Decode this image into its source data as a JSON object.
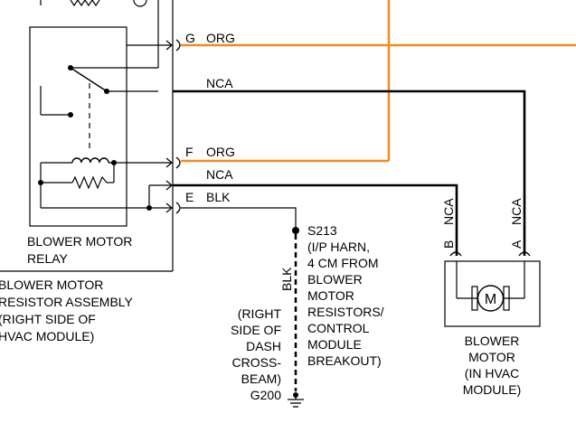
{
  "colors": {
    "orange_wire": "#f08c1e",
    "black_wire": "#000000",
    "background": "#ffffff"
  },
  "connectors": {
    "g": {
      "pin": "G",
      "wire": "ORG"
    },
    "nca_top": {
      "wire": "NCA"
    },
    "f": {
      "pin": "F",
      "wire": "ORG"
    },
    "nca_mid": {
      "wire": "NCA"
    },
    "e": {
      "pin": "E",
      "wire": "BLK"
    },
    "b": {
      "pin": "B",
      "wire": "NCA"
    },
    "a": {
      "pin": "A",
      "wire": "NCA"
    }
  },
  "relay": {
    "label_line1": "BLOWER MOTOR",
    "label_line2": "RELAY"
  },
  "resistor_assembly": {
    "line1": "BLOWER MOTOR",
    "line2": "RESISTOR ASSEMBLY",
    "line3": "(RIGHT SIDE OF",
    "line4": "HVAC MODULE)"
  },
  "splice": {
    "id": "S213",
    "line1": "(I/P HARN,",
    "line2": "4 CM FROM",
    "line3": "BLOWER",
    "line4": "MOTOR",
    "line5": "RESISTORS/",
    "line6": "CONTROL",
    "line7": "MODULE",
    "line8": "BREAKOUT)"
  },
  "ground_wire": {
    "wire": "BLK"
  },
  "ground": {
    "id": "G200",
    "line1": "(RIGHT",
    "line2": "SIDE OF",
    "line3": "DASH",
    "line4": "CROSS-",
    "line5": "BEAM)"
  },
  "motor": {
    "symbol": "M",
    "line1": "BLOWER",
    "line2": "MOTOR",
    "line3": "(IN HVAC",
    "line4": "MODULE)"
  }
}
